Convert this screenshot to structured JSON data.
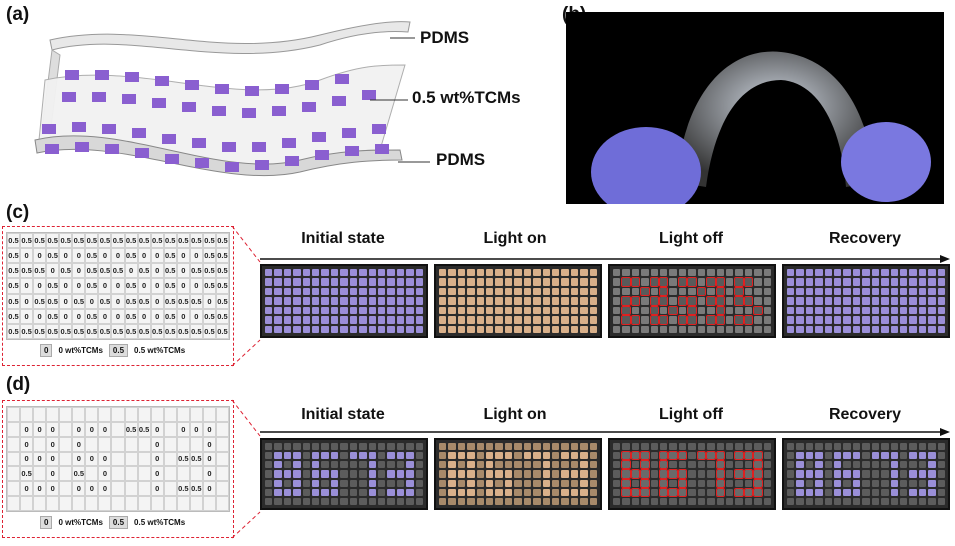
{
  "panels": {
    "a": "(a)",
    "b": "(b)",
    "c": "(c)",
    "d": "(d)"
  },
  "panel_a": {
    "top_layer": "PDMS",
    "middle_layer": "0.5 wt%TCMs",
    "bottom_layer": "PDMS"
  },
  "stages": [
    "Initial state",
    "Light on",
    "Light off",
    "Recovery"
  ],
  "legend": {
    "zero_box": "0",
    "zero_text": "0 wt%TCMs",
    "half_box": "0.5",
    "half_text": "0.5 wt%TCMs"
  },
  "panel_c": {
    "grid": [
      [
        "0.5",
        "0.5",
        "0.5",
        "0.5",
        "0.5",
        "0.5",
        "0.5",
        "0.5",
        "0.5",
        "0.5",
        "0.5",
        "0.5",
        "0.5",
        "0.5",
        "0.5",
        "0.5",
        "0.5"
      ],
      [
        "0.5",
        "0",
        "0",
        "0.5",
        "0",
        "0",
        "0.5",
        "0",
        "0",
        "0.5",
        "0",
        "0",
        "0.5",
        "0",
        "0",
        "0.5",
        "0.5"
      ],
      [
        "0.5",
        "0.5",
        "0.5",
        "0",
        "0.5",
        "0",
        "0.5",
        "0.5",
        "0.5",
        "0",
        "0.5",
        "0",
        "0.5",
        "0",
        "0.5",
        "0.5",
        "0.5"
      ],
      [
        "0.5",
        "0",
        "0",
        "0.5",
        "0",
        "0",
        "0.5",
        "0",
        "0",
        "0.5",
        "0",
        "0",
        "0.5",
        "0",
        "0",
        "0.5",
        "0.5"
      ],
      [
        "0.5",
        "0",
        "0.5",
        "0.5",
        "0",
        "0.5",
        "0",
        "0.5",
        "0",
        "0.5",
        "0.5",
        "0",
        "0.5",
        "0.5",
        "0.5",
        "0",
        "0.5"
      ],
      [
        "0.5",
        "0",
        "0",
        "0.5",
        "0",
        "0",
        "0.5",
        "0",
        "0",
        "0.5",
        "0",
        "0",
        "0.5",
        "0",
        "0",
        "0.5",
        "0.5"
      ],
      [
        "0.5",
        "0.5",
        "0.5",
        "0.5",
        "0.5",
        "0.5",
        "0.5",
        "0.5",
        "0.5",
        "0.5",
        "0.5",
        "0.5",
        "0.5",
        "0.5",
        "0.5",
        "0.5",
        "0.5"
      ]
    ]
  },
  "panel_d": {
    "grid": [
      [
        "",
        "",
        "",
        "",
        "",
        "",
        "",
        "",
        "",
        "",
        "",
        "",
        "",
        "",
        "",
        "",
        ""
      ],
      [
        "",
        "0",
        "0",
        "0",
        "",
        "0",
        "0",
        "0",
        "",
        "0.5",
        "0.5",
        "0",
        "",
        "0",
        "0",
        "0",
        ""
      ],
      [
        "",
        "0",
        "",
        "0",
        "",
        "0",
        "",
        "",
        "",
        "",
        "",
        "0",
        "",
        "",
        "",
        "0",
        ""
      ],
      [
        "",
        "0",
        "0",
        "0",
        "",
        "0",
        "0",
        "0",
        "",
        "",
        "",
        "0",
        "",
        "0.5",
        "0.5",
        "0",
        ""
      ],
      [
        "",
        "0.5",
        "",
        "0",
        "",
        "0.5",
        "",
        "0",
        "",
        "",
        "",
        "0",
        "",
        "",
        "",
        "0",
        ""
      ],
      [
        "",
        "0",
        "0",
        "0",
        "",
        "0",
        "0",
        "0",
        "",
        "",
        "",
        "0",
        "",
        "0.5",
        "0.5",
        "0",
        ""
      ],
      [
        "",
        "",
        "",
        "",
        "",
        "",
        "",
        "",
        "",
        "",
        "",
        "",
        "",
        "",
        "",
        "",
        ""
      ]
    ]
  },
  "colors": {
    "purple": "#9a8fd8",
    "amber": "#d9b08a",
    "dark": "#4a4a4a",
    "red": "#e02020"
  }
}
